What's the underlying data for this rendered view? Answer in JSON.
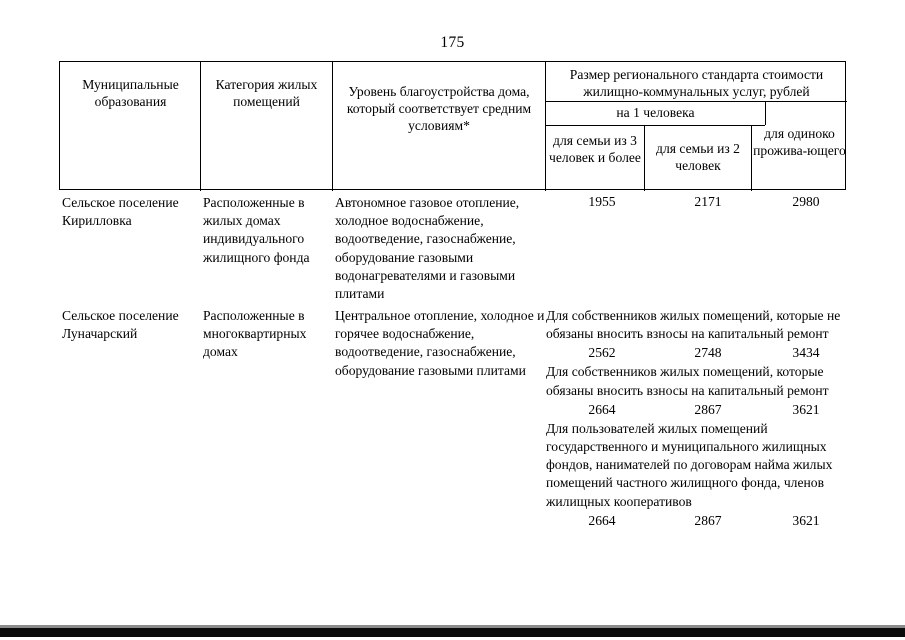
{
  "document": {
    "page_number": "175"
  },
  "table": {
    "headers": {
      "municipalities": "Муниципальные образования",
      "housing_category": "Категория жилых помещений",
      "amenities_level": "Уровень благоустройства дома, который соответствует средним условиям*",
      "cost_standard": "Размер регионального стандарта стоимости жилищно-коммунальных услуг, рублей",
      "per_person": "на 1 человека",
      "family_3_plus": "для семьи из 3 человек и более",
      "family_2": "для семьи из 2 человек",
      "single_person": "для одиноко прожива-ющего"
    },
    "rows": [
      {
        "municipality": "Сельское поселение Кирилловка",
        "category": "Расположенные в жилых домах индивидуального жилищного фонда",
        "amenities": "Автономное газовое отопление, холодное водоснабжение, водоотведение, газоснабжение, оборудование газовыми водонагревателями и газовыми плитами",
        "value_blocks": [
          {
            "note": "",
            "family_3_plus": "1955",
            "family_2": "2171",
            "single_person": "2980"
          }
        ]
      },
      {
        "municipality": "Сельское поселение Луначарский",
        "category": "Расположенные в многоквартирных домах",
        "amenities": "Центральное отопление, холодное и горячее водоснабжение, водоотведение, газоснабжение, оборудование газовыми плитами",
        "value_blocks": [
          {
            "note": "Для собственников жилых помещений, которые не обязаны вносить взносы на капитальный ремонт",
            "family_3_plus": "2562",
            "family_2": "2748",
            "single_person": "3434"
          },
          {
            "note": "Для собственников  жилых помещений, которые обязаны вносить взносы на капитальный ремонт",
            "family_3_plus": "2664",
            "family_2": "2867",
            "single_person": "3621"
          },
          {
            "note": "Для пользователей жилых помещений государственного и муниципального жилищных фондов, нанимателей по договорам найма жилых помещений частного жилищного фонда, членов жилищных кооперативов",
            "family_3_plus": "2664",
            "family_2": "2867",
            "single_person": "3621"
          }
        ]
      }
    ]
  }
}
